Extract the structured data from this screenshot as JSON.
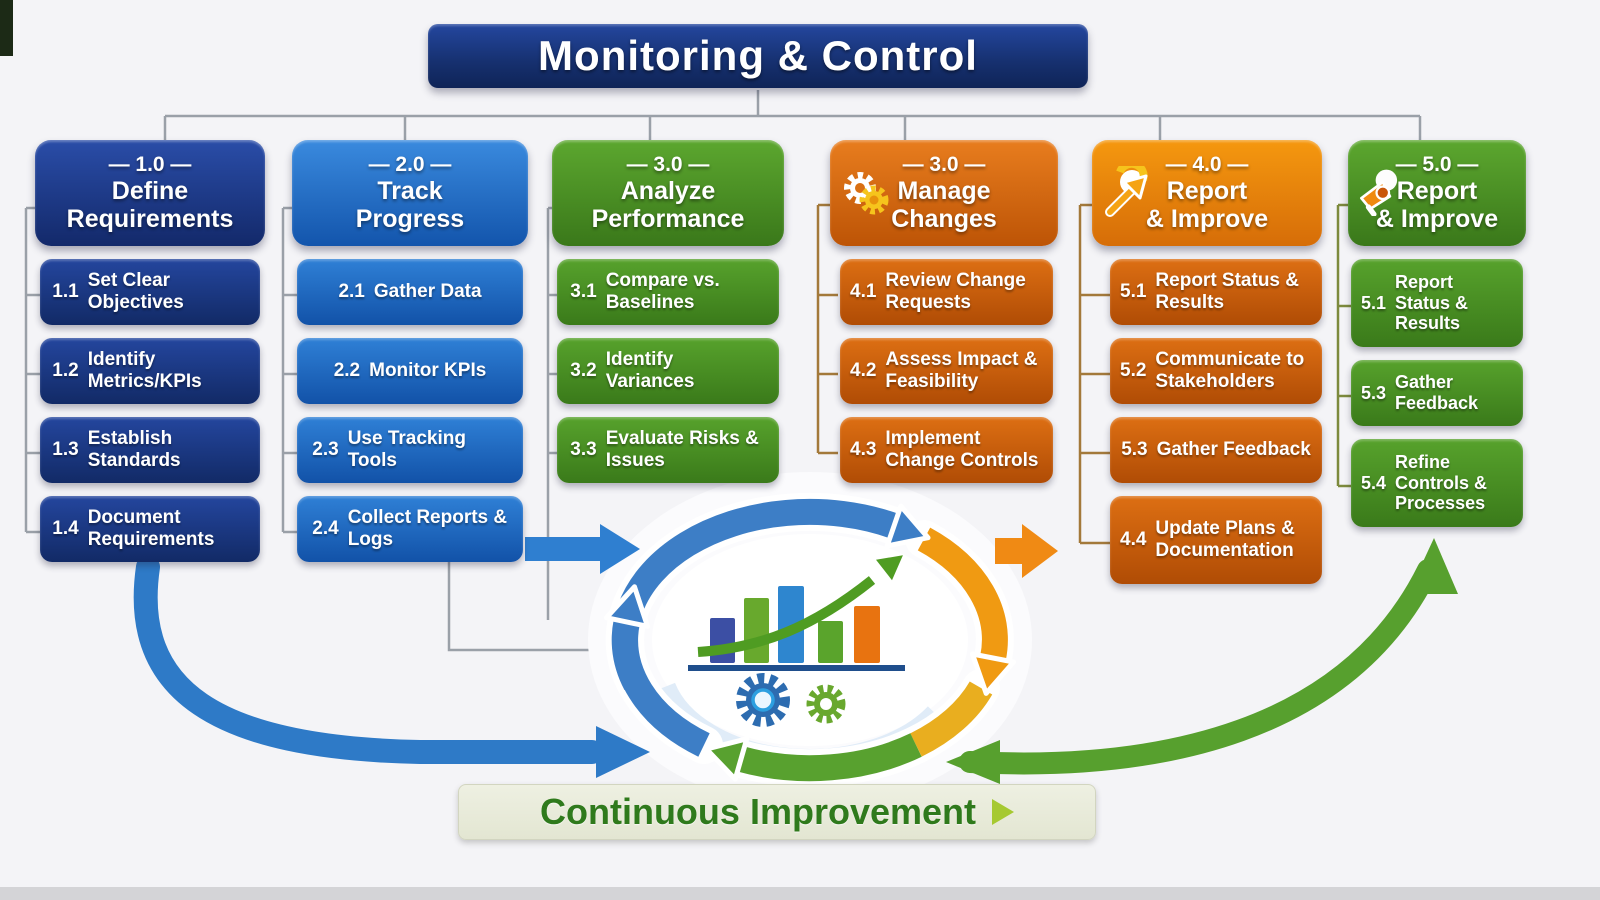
{
  "title": "Monitoring & Control",
  "banner": {
    "label": "Continuous Improvement"
  },
  "palette": {
    "navy": "#16337f",
    "blue": "#1e6fd0",
    "green": "#4d9327",
    "orange": "#d96f12",
    "orange_bright": "#ef8c12",
    "banner_bg": "#e9ecdc",
    "banner_text": "#2f7a1c",
    "cycle_blue": "#3d7ec6",
    "cycle_orange": "#f09a12",
    "cycle_green": "#58a12f"
  },
  "columns": [
    {
      "tag": "— 1.0 —",
      "title": "Define\nRequirements",
      "icon": null,
      "items": [
        {
          "num": "1.1",
          "text": "Set Clear Objectives"
        },
        {
          "num": "1.2",
          "text": "Identify Metrics/KPIs"
        },
        {
          "num": "1.3",
          "text": "Establish Standards"
        },
        {
          "num": "1.4",
          "text": "Document Requirements"
        }
      ]
    },
    {
      "tag": "— 2.0 —",
      "title": "Track\nProgress",
      "icon": null,
      "items": [
        {
          "num": "2.1",
          "text": "Gather Data"
        },
        {
          "num": "2.2",
          "text": "Monitor KPIs"
        },
        {
          "num": "2.3",
          "text": "Use Tracking Tools"
        },
        {
          "num": "2.4",
          "text": "Collect Reports & Logs"
        }
      ]
    },
    {
      "tag": "— 3.0 —",
      "title": "Analyze\nPerformance",
      "icon": null,
      "items": [
        {
          "num": "3.1",
          "text": "Compare vs. Baselines"
        },
        {
          "num": "3.2",
          "text": "Identify Variances"
        },
        {
          "num": "3.3",
          "text": "Evaluate Risks & Issues"
        }
      ]
    },
    {
      "tag": "— 3.0 —",
      "title": "Manage\nChanges",
      "icon": "gears",
      "items": [
        {
          "num": "4.1",
          "text": "Review Change Requests"
        },
        {
          "num": "4.2",
          "text": "Assess Impact & Feasibility"
        },
        {
          "num": "4.3",
          "text": "Implement Change Controls"
        }
      ]
    },
    {
      "tag": "— 4.0 —",
      "title": "Report\n& Improve",
      "icon": "cursor",
      "items": [
        {
          "num": "5.1",
          "text": "Report Status & Results"
        },
        {
          "num": "5.2",
          "text": "Communicate to Stakeholders"
        },
        {
          "num": "5.3",
          "text": "Gather Feedback"
        },
        {
          "num": "4.4",
          "text": "Update Plans & Documentation"
        }
      ]
    },
    {
      "tag": "— 5.0 —",
      "title": "Report\n& Improve",
      "icon": "megaphone",
      "items": [
        {
          "num": "5.1",
          "text": "Report Status & Results"
        },
        {
          "num": "5.3",
          "text": "Gather Feedback"
        },
        {
          "num": "5.4",
          "text": "Refine Controls & Processes"
        }
      ]
    }
  ]
}
